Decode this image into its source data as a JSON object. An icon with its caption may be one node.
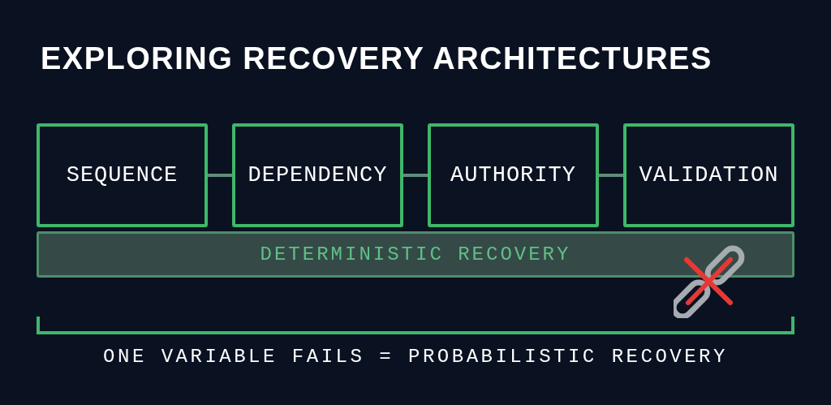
{
  "diagram": {
    "title": "EXPLORING RECOVERY ARCHITECTURES",
    "nodes": [
      {
        "text": [
          "SEQUENCE"
        ]
      },
      {
        "text": [
          "DEPENDENCY"
        ]
      },
      {
        "text": [
          "AUTHORITY"
        ]
      },
      {
        "text": [
          "VALIDATION"
        ]
      },
      {
        "text": [
          "DETERMINISTIC RECOVERY"
        ]
      }
    ],
    "edges": [
      {
        "from": 0,
        "to": 1,
        "arrow": "none"
      },
      {
        "from": 1,
        "to": 2,
        "arrow": "none"
      },
      {
        "from": 2,
        "to": 3,
        "arrow": "none"
      }
    ],
    "labels": [
      "ONE VARIABLE FAILS = PROBABILISTIC RECOVERY"
    ]
  }
}
